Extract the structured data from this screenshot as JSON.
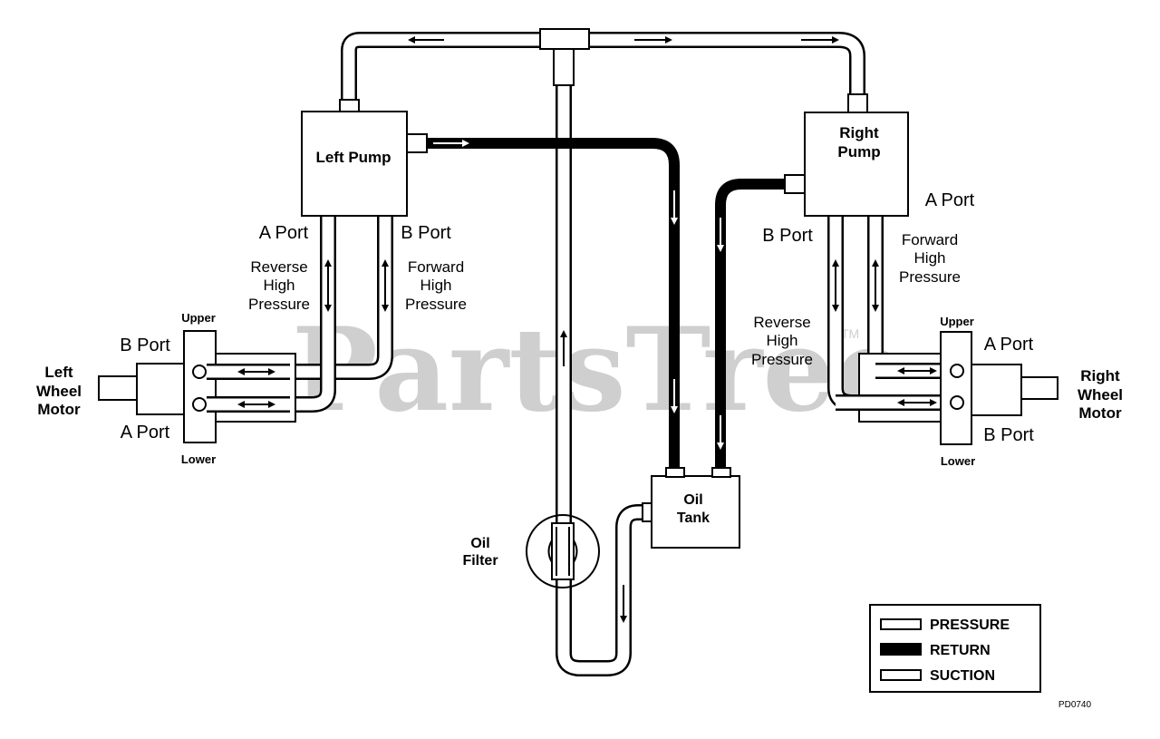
{
  "watermark": "PartsTree",
  "trademark": "TM",
  "left_pump": "Left Pump",
  "right_pump": {
    "line1": "Right",
    "line2": "Pump"
  },
  "oil_tank": {
    "line1": "Oil",
    "line2": "Tank"
  },
  "oil_filter": {
    "line1": "Oil",
    "line2": "Filter"
  },
  "left_motor": {
    "line1": "Left",
    "line2": "Wheel",
    "line3": "Motor"
  },
  "right_motor": {
    "line1": "Right",
    "line2": "Wheel",
    "line3": "Motor"
  },
  "left_pump_a_port": "A Port",
  "left_pump_b_port": "B Port",
  "right_pump_a_port": "A Port",
  "right_pump_b_port": "B Port",
  "left_reverse": {
    "line1": "Reverse",
    "line2": "High",
    "line3": "Pressure"
  },
  "left_forward": {
    "line1": "Forward",
    "line2": "High",
    "line3": "Pressure"
  },
  "right_reverse": {
    "line1": "Reverse",
    "line2": "High",
    "line3": "Pressure"
  },
  "right_forward": {
    "line1": "Forward",
    "line2": "High",
    "line3": "Pressure"
  },
  "left_motor_upper": "Upper",
  "left_motor_lower": "Lower",
  "left_motor_b_port": "B Port",
  "left_motor_a_port": "A Port",
  "right_motor_upper": "Upper",
  "right_motor_lower": "Lower",
  "right_motor_a_port": "A Port",
  "right_motor_b_port": "B Port",
  "legend": {
    "pressure": "PRESSURE",
    "return": "RETURN",
    "suction": "SUCTION"
  },
  "figure_code": "PD0740"
}
